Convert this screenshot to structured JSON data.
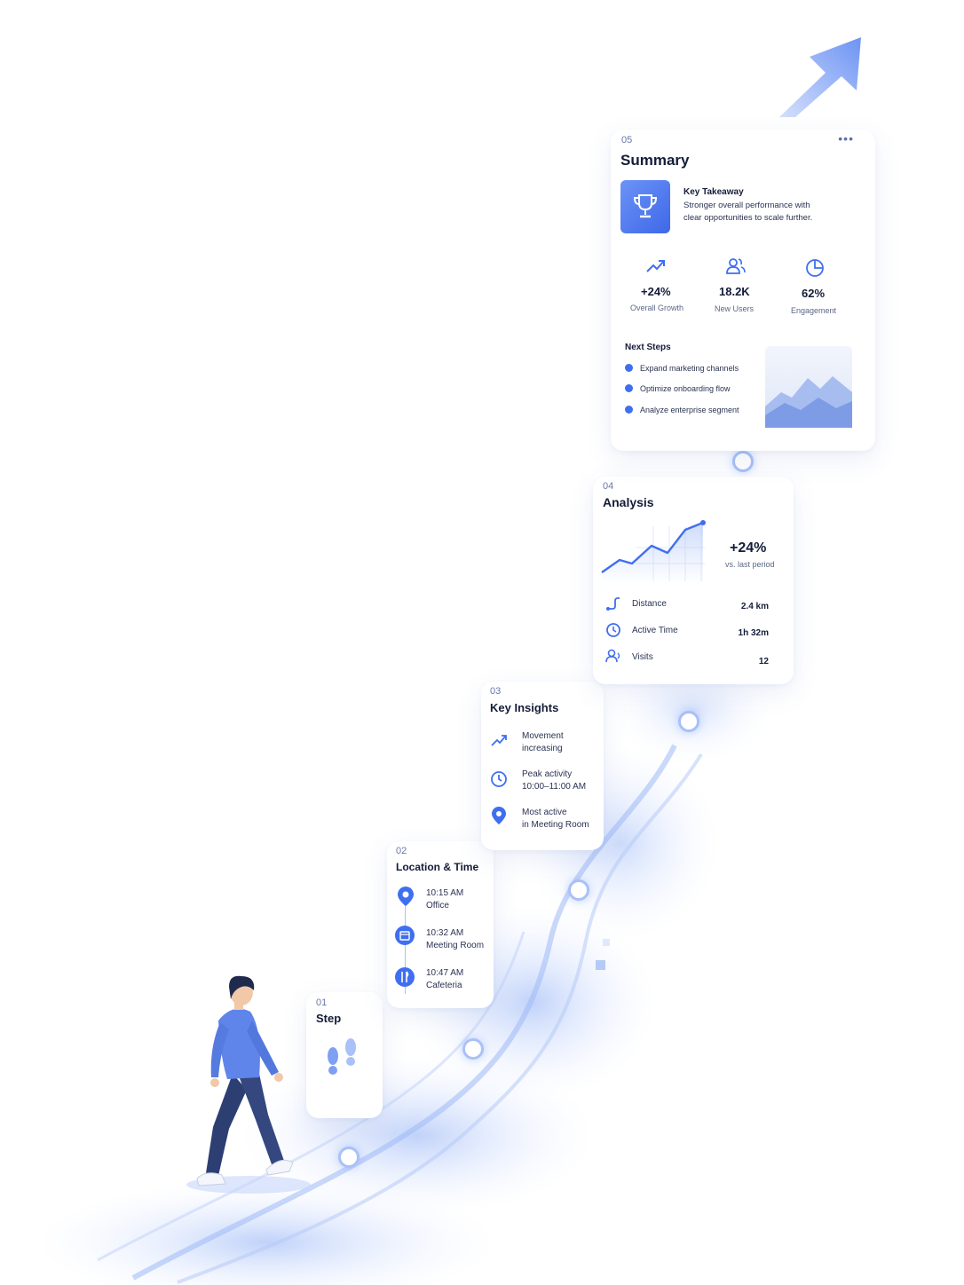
{
  "cards": {
    "step": {
      "number": "01",
      "title": "Step"
    },
    "location": {
      "number": "02",
      "title": "Location & Time",
      "entries": [
        {
          "time": "10:15 AM",
          "place": "Office",
          "icon": "map-pin-icon"
        },
        {
          "time": "10:32 AM",
          "place": "Meeting Room",
          "icon": "calendar-icon"
        },
        {
          "time": "10:47 AM",
          "place": "Cafeteria",
          "icon": "fork-knife-icon"
        }
      ]
    },
    "insights": {
      "number": "03",
      "title": "Key Insights",
      "items": [
        {
          "line1": "Movement",
          "line2": "increasing",
          "icon": "trend-up-icon"
        },
        {
          "line1": "Peak activity",
          "line2": "10:00–11:00 AM",
          "icon": "clock-icon"
        },
        {
          "line1": "Most active",
          "line2": "in Meeting Room",
          "icon": "map-pin-icon"
        }
      ]
    },
    "analysis": {
      "number": "04",
      "title": "Analysis",
      "change": "+24%",
      "change_label": "vs. last period",
      "metrics": [
        {
          "label": "Distance",
          "value": "2.4 km",
          "icon": "route-icon"
        },
        {
          "label": "Active Time",
          "value": "1h 32m",
          "icon": "clock-icon"
        },
        {
          "label": "Visits",
          "value": "12",
          "icon": "user-icon"
        }
      ]
    },
    "summary": {
      "number": "05",
      "title": "Summary",
      "menu": "•••",
      "takeaway_title": "Key Takeaway",
      "takeaway_line1": "Stronger overall performance with",
      "takeaway_line2": "clear opportunities to scale further.",
      "stats": [
        {
          "value": "+24%",
          "label": "Overall Growth",
          "icon": "trend-up-icon"
        },
        {
          "value": "18.2K",
          "label": "New Users",
          "icon": "users-icon"
        },
        {
          "value": "62%",
          "label": "Engagement",
          "icon": "pie-chart-icon"
        }
      ],
      "next_steps_title": "Next Steps",
      "next_steps": [
        "Expand marketing channels",
        "Optimize onboarding flow",
        "Analyze enterprise segment"
      ]
    }
  },
  "colors": {
    "accent": "#3f6ff0",
    "accent_light": "#a9c1f7",
    "text_dark": "#141c38",
    "path_glow": "#c9d8fb"
  }
}
